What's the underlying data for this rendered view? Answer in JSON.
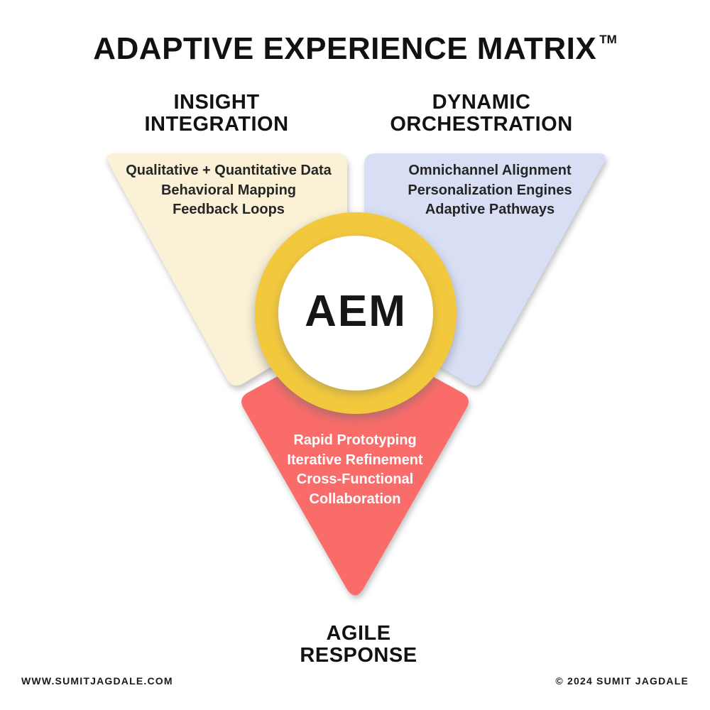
{
  "title": {
    "text": "ADAPTIVE EXPERIENCE MATRIX",
    "trademark": "TM"
  },
  "quadrants": {
    "insight": {
      "heading_line1": "INSIGHT",
      "heading_line2": "INTEGRATION",
      "items": [
        "Qualitative + Quantitative Data",
        "Behavioral Mapping",
        "Feedback Loops"
      ],
      "fill": "#FAF1D7",
      "text_color": "#262626"
    },
    "dynamic": {
      "heading_line1": "DYNAMIC",
      "heading_line2": "ORCHESTRATION",
      "items": [
        "Omnichannel Alignment",
        "Personalization Engines",
        "Adaptive Pathways"
      ],
      "fill": "#D8DFF5",
      "text_color": "#262626"
    },
    "agile": {
      "heading_line1": "AGILE",
      "heading_line2": "RESPONSE",
      "items": [
        "Rapid Prototyping",
        "Iterative Refinement",
        "Cross-Functional Collaboration"
      ],
      "fill": "#F96C6A",
      "text_color": "#FFFFFF"
    }
  },
  "center": {
    "acronym": "AEM",
    "ring_color": "#F2C83C",
    "disc_color": "#FFFFFF",
    "text_color": "#161616"
  },
  "footer": {
    "website": "WWW.SUMITJAGDALE.COM",
    "copyright": "© 2024 SUMIT JAGDALE"
  }
}
